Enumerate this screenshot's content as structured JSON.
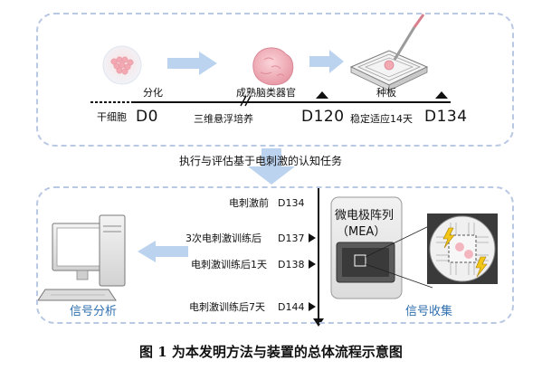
{
  "top_panel": {
    "step_differentiation": "分化",
    "step_mature_organoid": "成熟脑类器官",
    "step_seeding": "种板",
    "stem_cell": "干细胞",
    "culture_3d": "三维悬浮培养",
    "stable_adapt": "稳定适应14天",
    "day_0": "D0",
    "day_120": "D120",
    "day_134": "D134"
  },
  "middle_label": "执行与评估基于电刺激的认知任务",
  "bottom_panel": {
    "timeline": [
      {
        "label": "电刺激前",
        "day": "D134"
      },
      {
        "label": "3次电刺激训练后",
        "day": "D137"
      },
      {
        "label": "电刺激训练后1天",
        "day": "D138"
      },
      {
        "label": "电刺激训练后7天",
        "day": "D144"
      }
    ],
    "mea_line1": "微电极阵列",
    "mea_line2": "（MEA）",
    "signal_analysis": "信号分析",
    "signal_collection": "信号收集"
  },
  "caption": "图 1 为本发明方法与装置的总体流程示意图",
  "colors": {
    "panel_border": "#b9c8e3",
    "flow_arrow": "#bcd3ef",
    "accent_text": "#2f6fb0",
    "organoid_pink": "#f3b6bf"
  }
}
